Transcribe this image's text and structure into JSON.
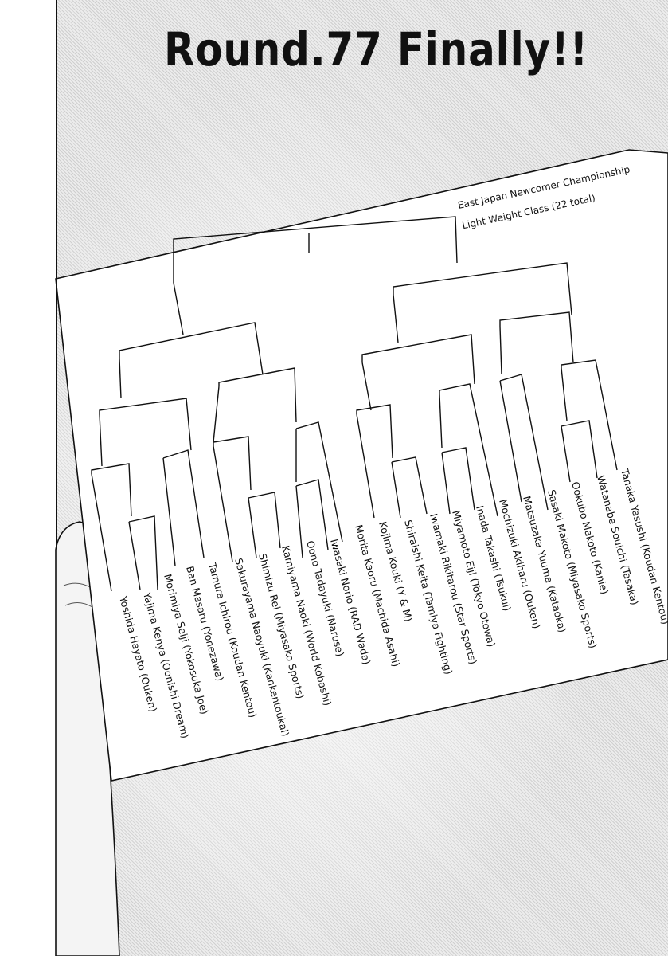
{
  "chapter": {
    "title": "Round.77 Finally!!"
  },
  "bracket_sheet": {
    "heading_line1": "East Japan Newcomer Championship",
    "heading_line2": "Light Weight Class (22 total)",
    "entrants": [
      "Yoshida Hayato (Ouken)",
      "Yajima Kenya (Oonishi Dream)",
      "Morimiya Seiji (Yokosuka Joe)",
      "Ban Masaru (Yonezawa)",
      "Tamura Ichirou (Koudan Kentou)",
      "Sakurayama Naoyuki (Kankentoukai)",
      "Shimizu Rei (Miyasako Sports)",
      "Kamiyama Naoki (World Kobashi)",
      "Oono Tadayuki (Naruse)",
      "Iwasaki Norio (RAD Wada)",
      "Morita Kaoru (Machida Asahi)",
      "Kojima Kouki (Y & M)",
      "Shiraishi Keita (Tamiya Fighting)",
      "Iwamaki Rikitarou (Star Sports)",
      "Miyamoto Eiji (Tokyo Otowa)",
      "Inada Takashi (Tsukui)",
      "Mochizuki Akiharu (Ouken)",
      "Matsuzaka Yuuma (Kataoka)",
      "Sasaki Makoto (Miyasako Sports)",
      "Ookubo Makoto (Kanie)",
      "Watanabe Souichi (Tasaka)",
      "Tanaka Yasushi (Koudan Kentou)"
    ]
  }
}
